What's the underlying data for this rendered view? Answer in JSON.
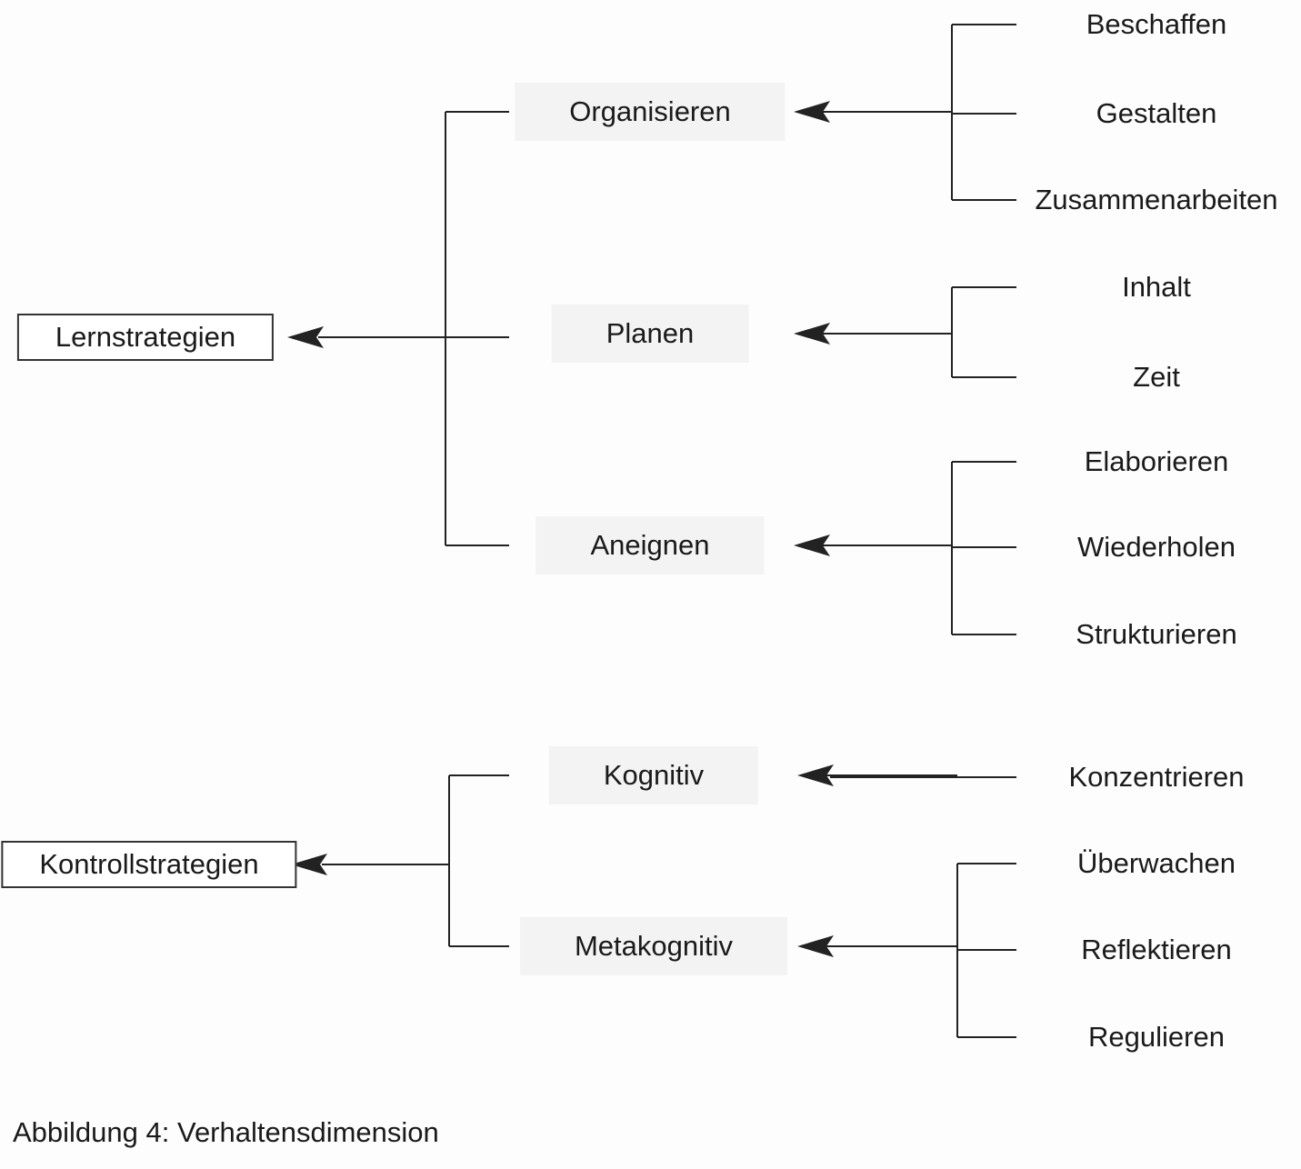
{
  "roots": [
    {
      "label": "Lernstrategien",
      "children": [
        {
          "label": "Organisieren",
          "leaves": [
            "Beschaffen",
            "Gestalten",
            "Zusammenarbeiten"
          ]
        },
        {
          "label": "Planen",
          "leaves": [
            "Inhalt",
            "Zeit"
          ]
        },
        {
          "label": "Aneignen",
          "leaves": [
            "Elaborieren",
            "Wiederholen",
            "Strukturieren"
          ]
        }
      ]
    },
    {
      "label": "Kontrollstrategien",
      "children": [
        {
          "label": "Kognitiv",
          "leaves": [
            "Konzentrieren"
          ]
        },
        {
          "label": "Metakognitiv",
          "leaves": [
            "Überwachen",
            "Reflektieren",
            "Regulieren"
          ]
        }
      ]
    }
  ],
  "caption": "Abbildung 4: Verhaltensdimension"
}
